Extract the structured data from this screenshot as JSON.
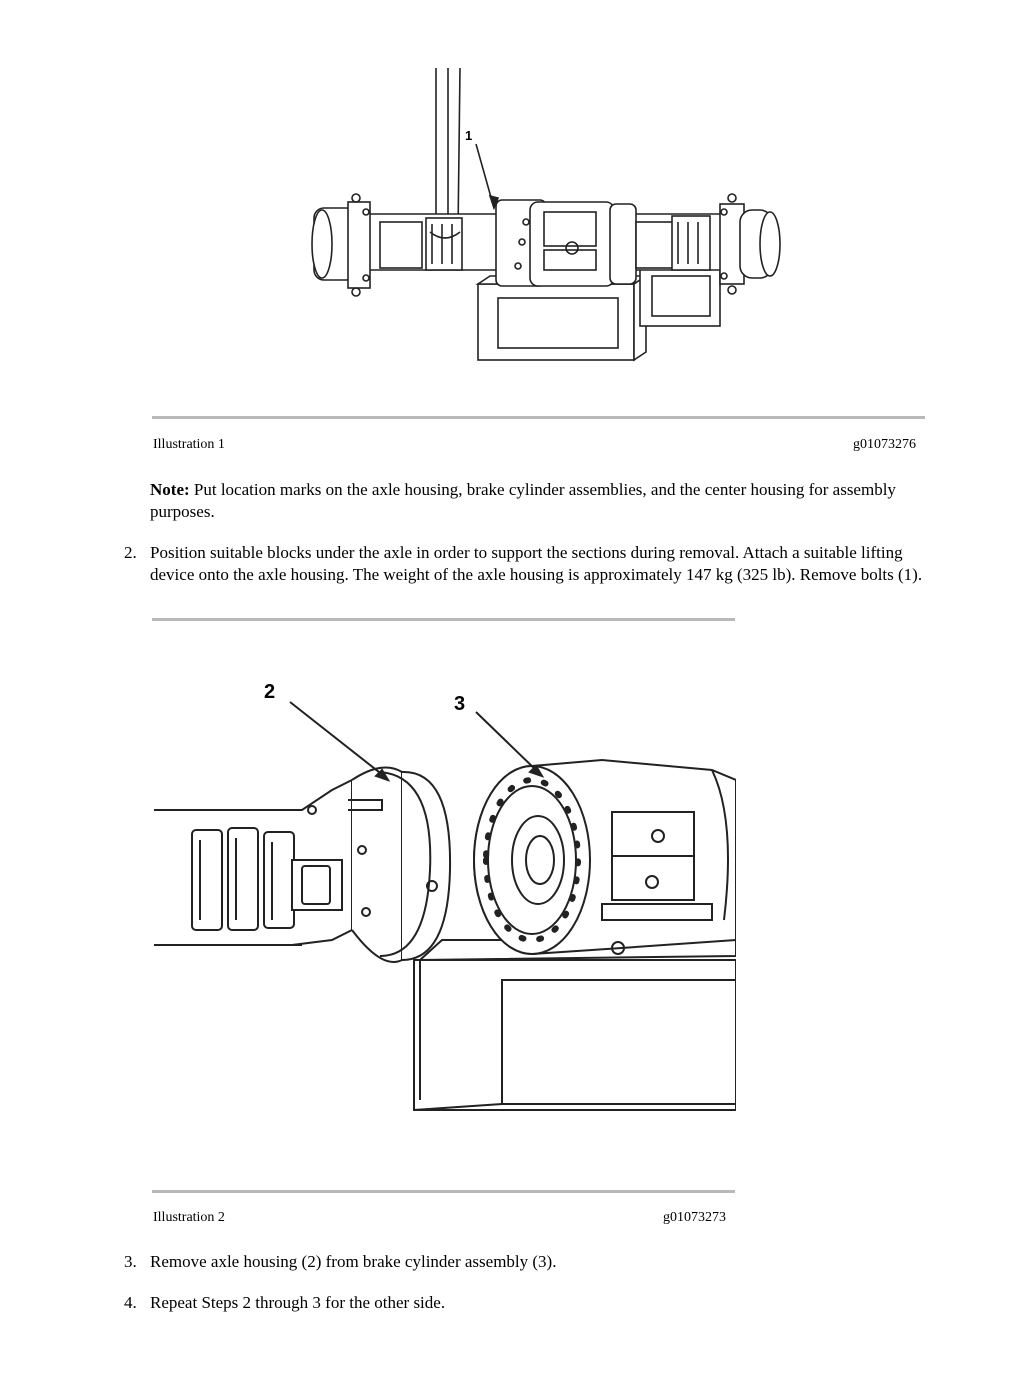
{
  "figure1": {
    "callout": "1",
    "caption": "Illustration 1",
    "code": "g01073276"
  },
  "note": {
    "label": "Note:",
    "text": "Put location marks on the axle housing, brake cylinder assemblies, and the center housing for assembly purposes."
  },
  "step2": {
    "number": "2.",
    "text": "Position suitable blocks under the axle in order to support the sections during removal. Attach a suitable lifting device onto the axle housing. The weight of the axle housing is approximately 147 kg (325 lb). Remove bolts (1)."
  },
  "figure2": {
    "callout_a": "2",
    "callout_b": "3",
    "caption": "Illustration 2",
    "code": "g01073273"
  },
  "step3": {
    "number": "3.",
    "text": "Remove axle housing (2) from brake cylinder assembly (3)."
  },
  "step4": {
    "number": "4.",
    "text": "Repeat Steps 2 through 3 for the other side."
  }
}
